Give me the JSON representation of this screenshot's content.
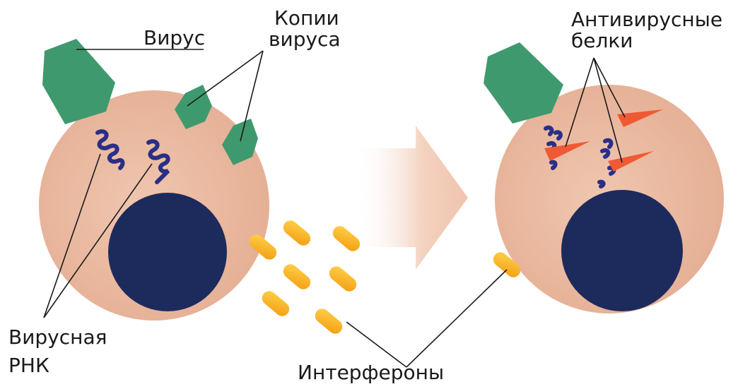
{
  "labels": {
    "virus": "Вирус",
    "virus_copies_line1": "Копии",
    "virus_copies_line2": "вируса",
    "viral_rna_line1": "Вирусная",
    "viral_rna_line2": "РНК",
    "interferons": "Интерфероны",
    "antiviral_line1": "Антивирусные",
    "antiviral_line2": "белки"
  },
  "colors": {
    "cell": "#e9b9a1",
    "nucleus": "#1d2a5c",
    "virus": "#3e9a6e",
    "rna": "#2a2f86",
    "interferon": "#f5b41a",
    "antiviral_protein": "#ef5a34",
    "arrow": "#f3cdb8",
    "line": "#1a1a1a"
  }
}
